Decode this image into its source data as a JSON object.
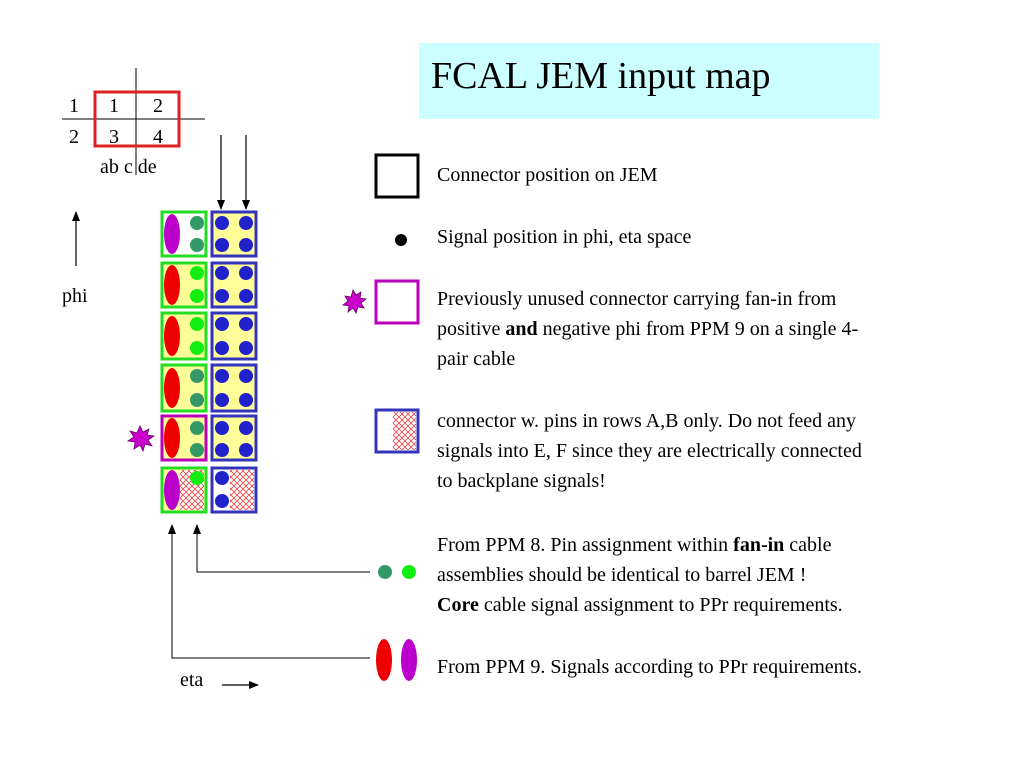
{
  "title": "FCAL JEM input map",
  "grid": {
    "rows": [
      "1",
      "2"
    ],
    "cells": [
      [
        "1",
        "2"
      ],
      [
        "3",
        "4"
      ]
    ],
    "col_labels": "ab c de"
  },
  "axes": {
    "phi": "phi",
    "eta": "eta"
  },
  "legend": {
    "connector": "Connector position on JEM",
    "signal": "Signal position in phi, eta space",
    "unused": {
      "line1": "Previously unused connector carrying fan-in from",
      "line2_a": "positive ",
      "line2_bold": "and",
      "line2_b": " negative phi from PPM 9 on a single 4-",
      "line3": "pair cable"
    },
    "partial": {
      "line1": "connector w. pins in rows A,B only. Do not feed any",
      "line2": "signals into E, F since they are electrically connected",
      "line3": "to backplane signals!"
    },
    "ppm8": {
      "line1_a": "From PPM 8. Pin assignment within ",
      "line1_bold": "fan-in",
      "line1_b": " cable",
      "line2": "assemblies should be identical to barrel JEM !",
      "line3_bold": "Core",
      "line3_b": " cable signal assignment to PPr requirements."
    },
    "ppm9": "From PPM 9. Signals according to PPr requirements."
  },
  "colors": {
    "title_bg": "#ccffff",
    "grid_red": "#dd2222",
    "green_border": "#22dd22",
    "blue_border": "#3333bb",
    "magenta_border": "#bb00bb",
    "dark_green_dot": "#339966",
    "bright_green_dot": "#11ee11",
    "blue_dot": "#2222cc",
    "red_oval": "#ee0000",
    "magenta_oval": "#bb00cc",
    "yellow_fill": "#ffff99",
    "burst": "#cc00cc"
  }
}
